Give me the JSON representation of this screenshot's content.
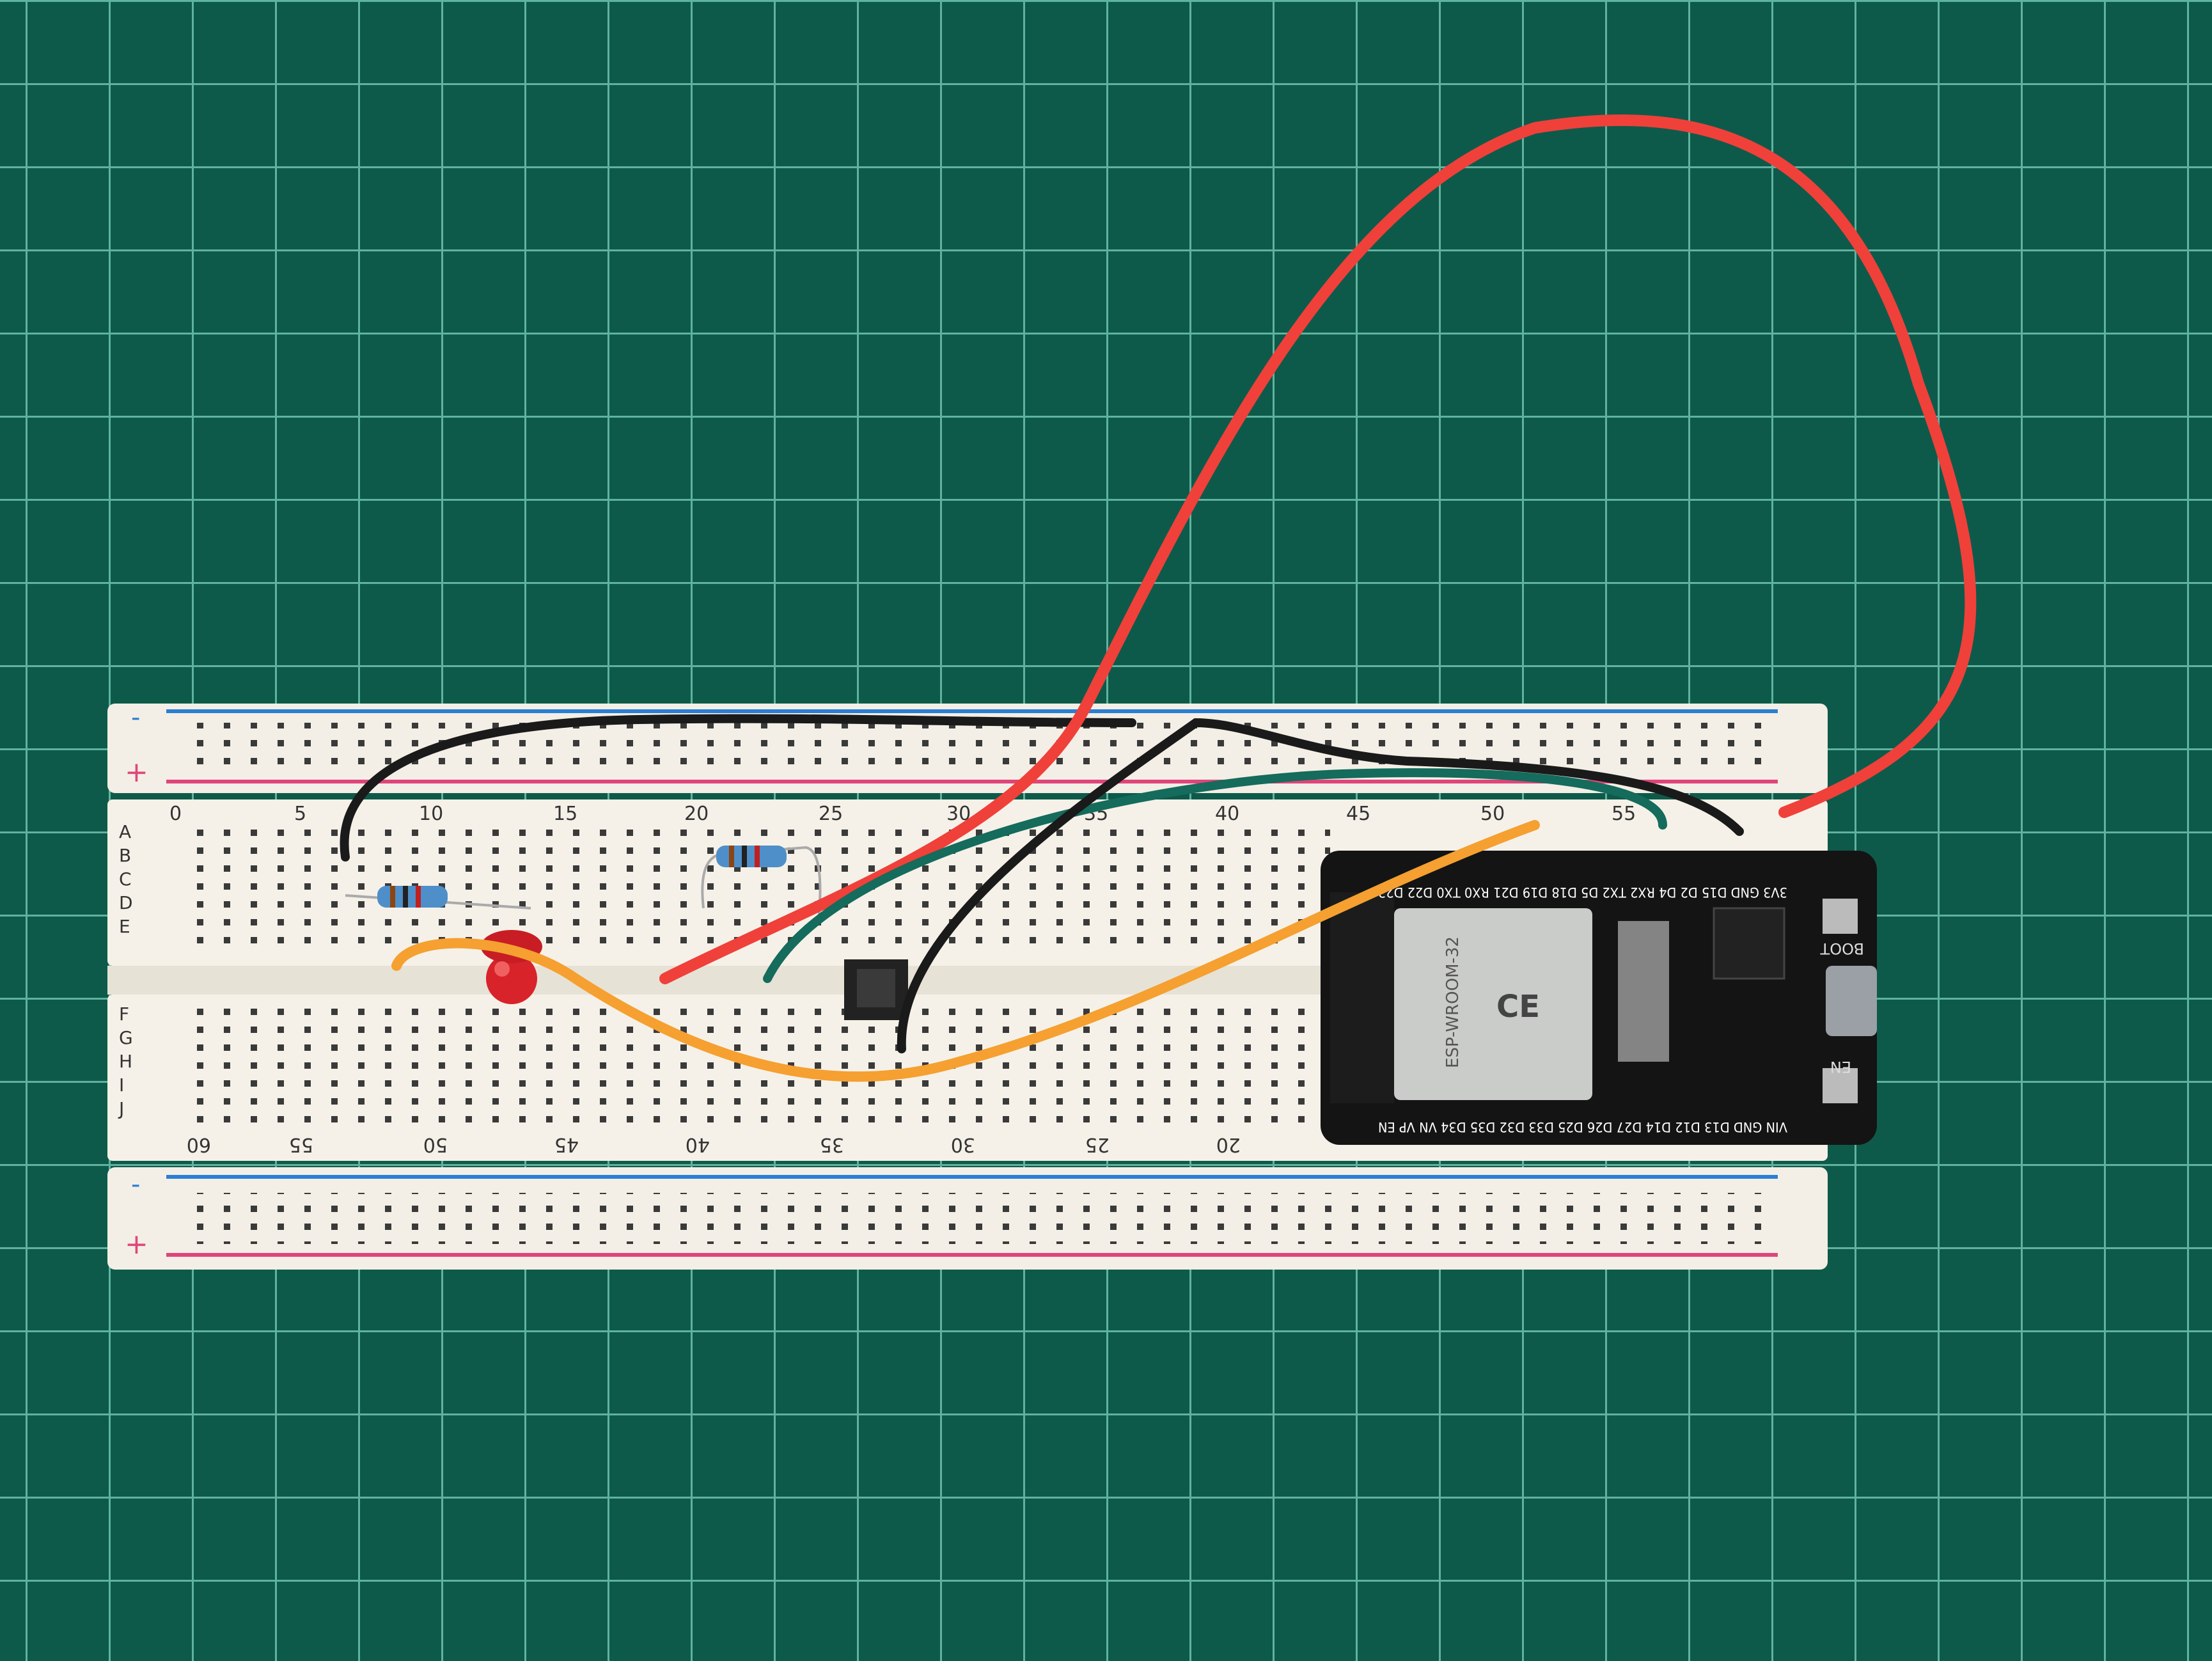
{
  "colors": {
    "mat": "#0e5a4a",
    "grid_line": "#5fb39f",
    "breadboard": "#f3efe6",
    "rail_blue": "#2a7fd4",
    "rail_red": "#e0457a",
    "wire_red": "#f0403a",
    "wire_black": "#1a1a1a",
    "wire_green": "#156b5c",
    "wire_orange": "#f5a030",
    "board": "#141414",
    "module": "#c9ccc8"
  },
  "rails": {
    "minus": "-",
    "plus": "+"
  },
  "top_numbers": [
    "0",
    "5",
    "10",
    "15",
    "20",
    "25",
    "30",
    "35",
    "40",
    "45",
    "50",
    "55"
  ],
  "bottom_numbers": [
    "60",
    "55",
    "50",
    "45",
    "40",
    "35",
    "30",
    "25",
    "20"
  ],
  "row_letters_top": [
    "A",
    "B",
    "C",
    "D",
    "E"
  ],
  "row_letters_bottom": [
    "F",
    "G",
    "H",
    "I",
    "J"
  ],
  "esp32": {
    "pins_top": "3V3 GND D15 D2 D4 RX2 TX2 D5 D18 D19 D21 RX0 TX0 D22 D23",
    "pins_bottom": "VIN GND D13 D12 D14 D27 D26 D25 D33 D32 D35 D34 VN VP EN",
    "boot_label": "BOOT",
    "en_label": "EN",
    "module_text": "ESP-WROOM-32",
    "ce_mark": "CE"
  }
}
